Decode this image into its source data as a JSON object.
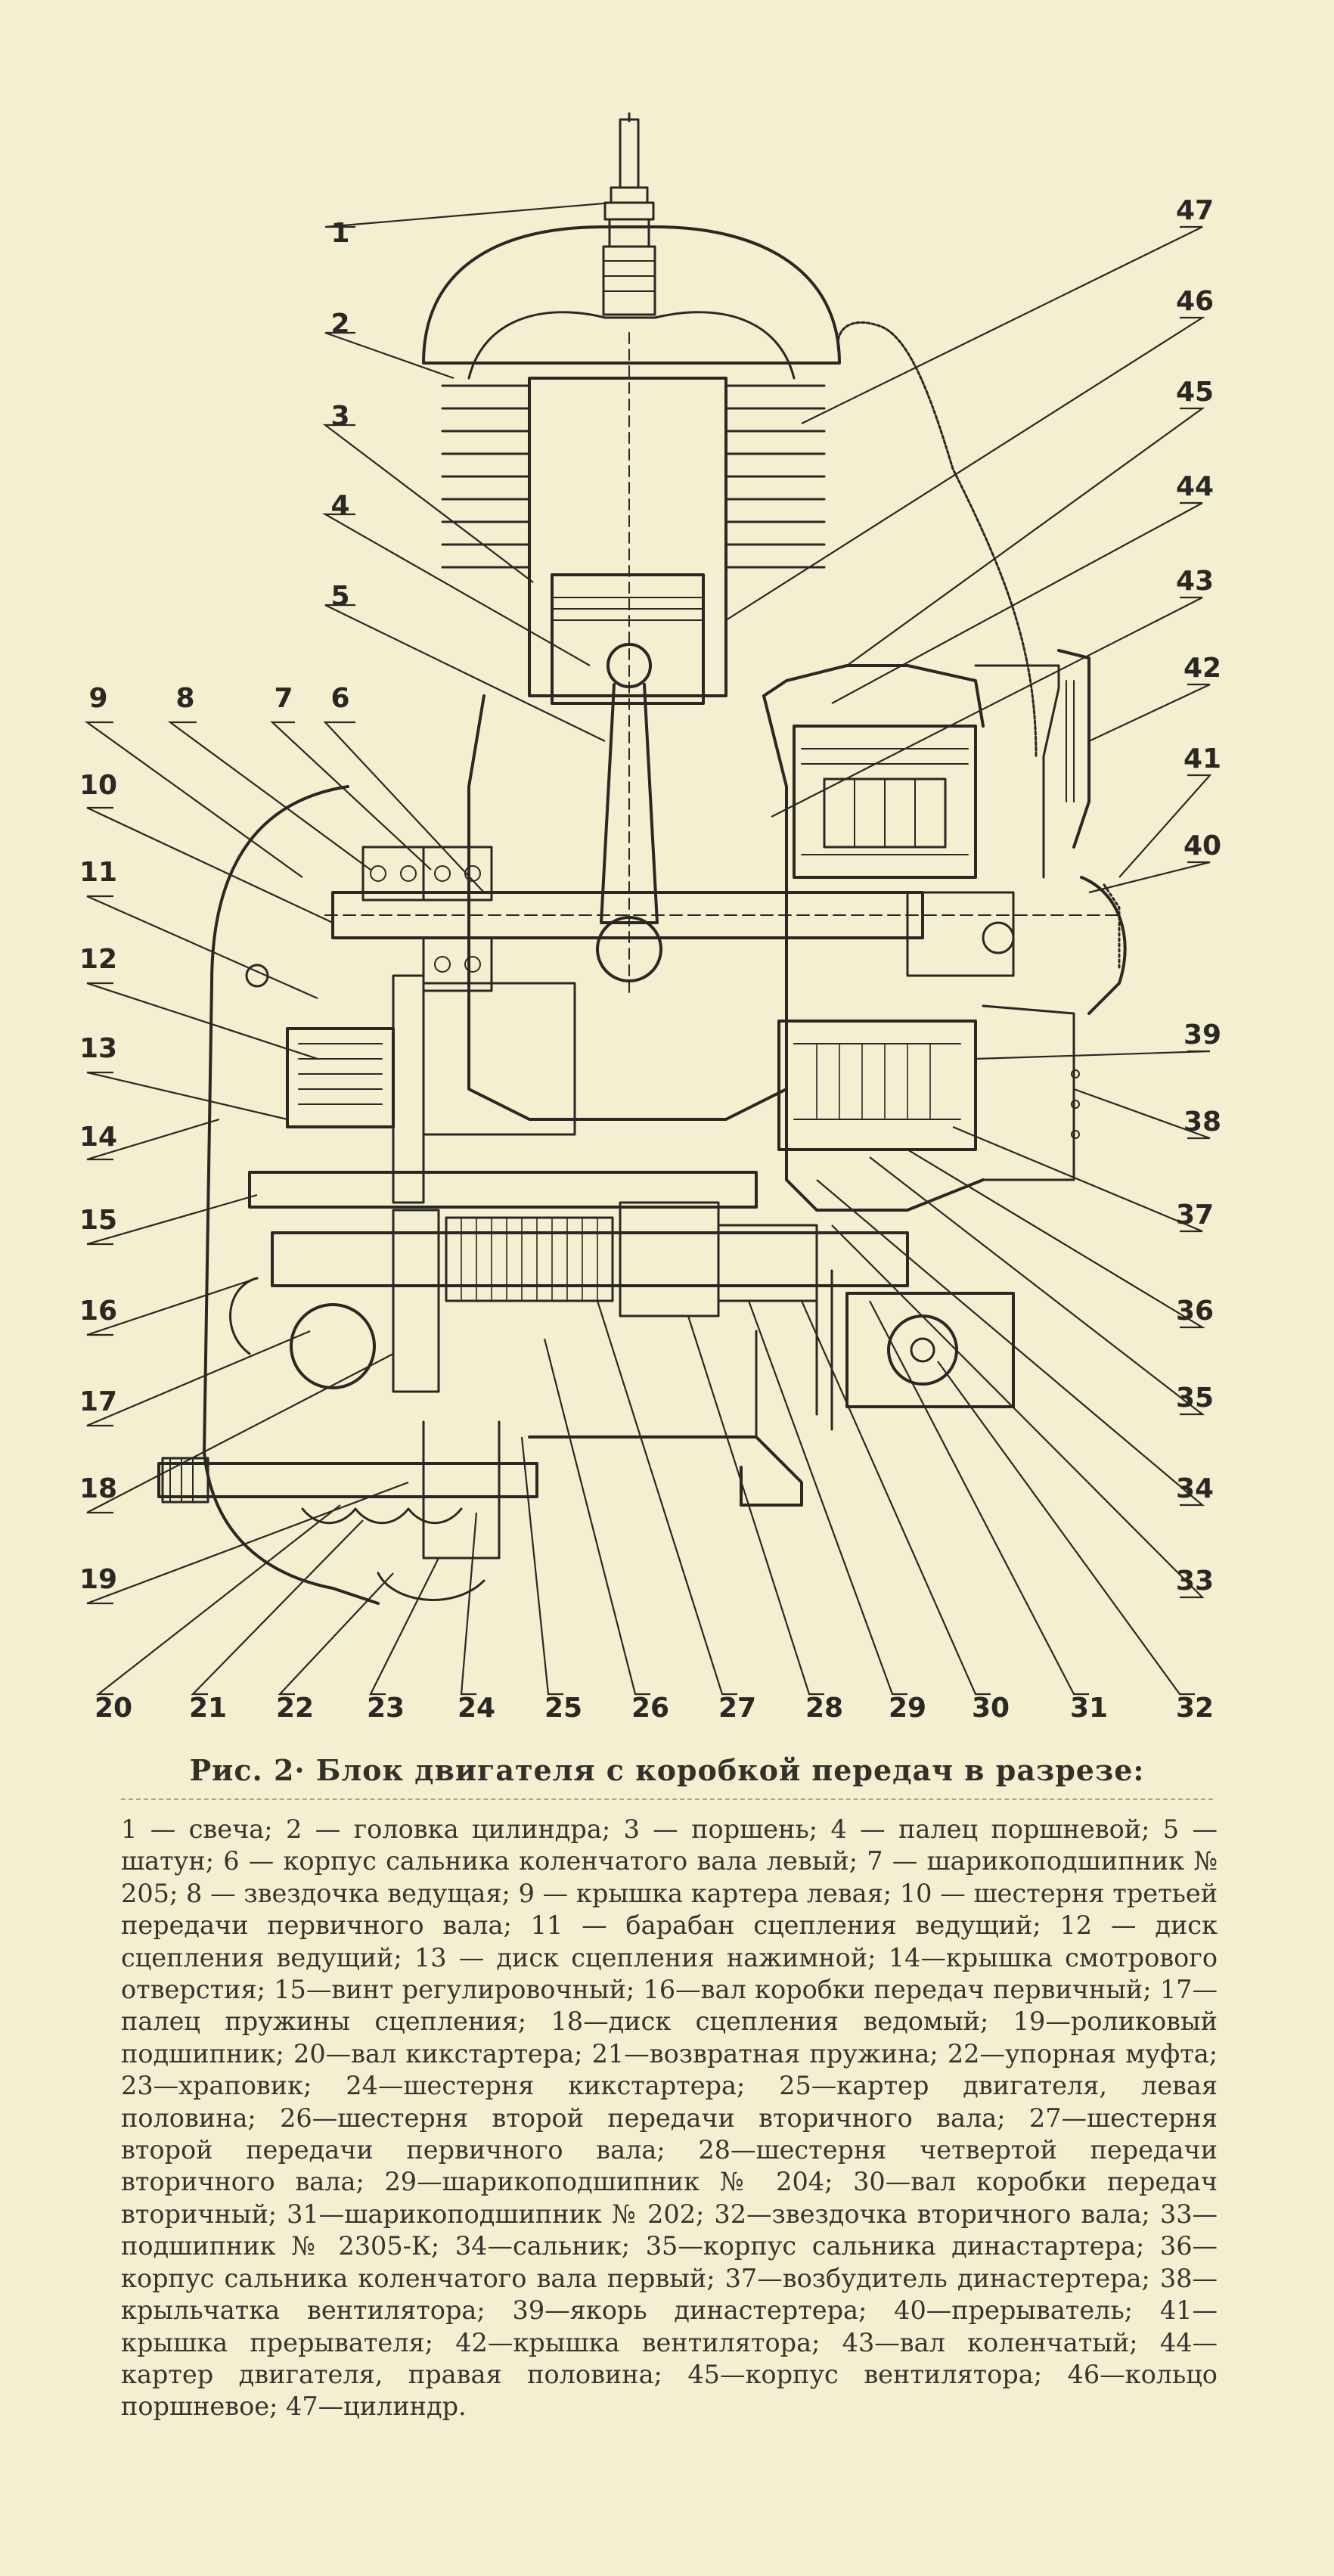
{
  "figure": {
    "part_numbers_left": [
      "1",
      "2",
      "3",
      "4",
      "5",
      "6",
      "7",
      "8",
      "9",
      "10",
      "11",
      "12",
      "13",
      "14",
      "15",
      "16",
      "17",
      "18",
      "19"
    ],
    "part_numbers_bottom": [
      "20",
      "21",
      "22",
      "23",
      "24",
      "25",
      "26",
      "27",
      "28",
      "29",
      "30",
      "31",
      "32"
    ],
    "part_numbers_right": [
      "47",
      "46",
      "45",
      "44",
      "43",
      "42",
      "41",
      "40",
      "39",
      "38",
      "37",
      "36",
      "35",
      "34",
      "33"
    ]
  },
  "caption": "Рис. 2· Блок двигателя с коробкой передач в разрезе:",
  "legend": [
    "1 — свеча;",
    "2 — головка цилиндра;",
    "3 — поршень;",
    "4 — палец поршневой;",
    "5 — шатун;",
    "6 — корпус сальника коленчатого вала левый;",
    "7 — шарикоподшипник № 205;",
    "8 — звездочка ведущая;",
    "9 — крышка картера левая;",
    "10 — шестерня третьей передачи первичного вала;",
    "11 — барабан сцепления ведущий;",
    "12 — диск сцепления ведущий;",
    "13 — диск сцепления нажимной;",
    "14—крышка смотрового отверстия;",
    "15—винт регулировочный;",
    "16—вал коробки передач первичный;",
    "17—палец пружины сцепления;",
    "18—диск сцепления ведомый;",
    "19—роликовый подшипник;",
    "20—вал кикстартера;",
    "21—возвратная пружина;",
    "22—упорная муфта;",
    "23—храповик;",
    "24—шестерня кикстартера;",
    "25—картер двигателя, левая половина;",
    "26—шестерня второй передачи вторичного вала;",
    "27—шестерня второй передачи первичного вала;",
    "28—шестерня четвертой передачи вторичного вала;",
    "29—шарикоподшипник № 204;",
    "30—вал коробки передач вторичный;",
    "31—шарикоподшипник № 202;",
    "32—звездочка вторичного вала;",
    "33—подшипник № 2305-К;",
    "34—сальник;",
    "35—корпус сальника династартера;",
    "36—корпус сальника коленчатого вала первый;",
    "37—возбудитель династертера;",
    "38—крыльчатка вентилятора;",
    "39—якорь династертера;",
    "40—прерыватель;",
    "41—крышка прерывателя;",
    "42—крышка вентилятора;",
    "43—вал коленчатый;",
    "44—картер двигателя, правая половина;",
    "45—корпус вентилятора;",
    "46—кольцо поршневое;",
    "47—цилиндр."
  ],
  "colors": {
    "paper": "#f3efd0",
    "ink": "#2b2824"
  }
}
